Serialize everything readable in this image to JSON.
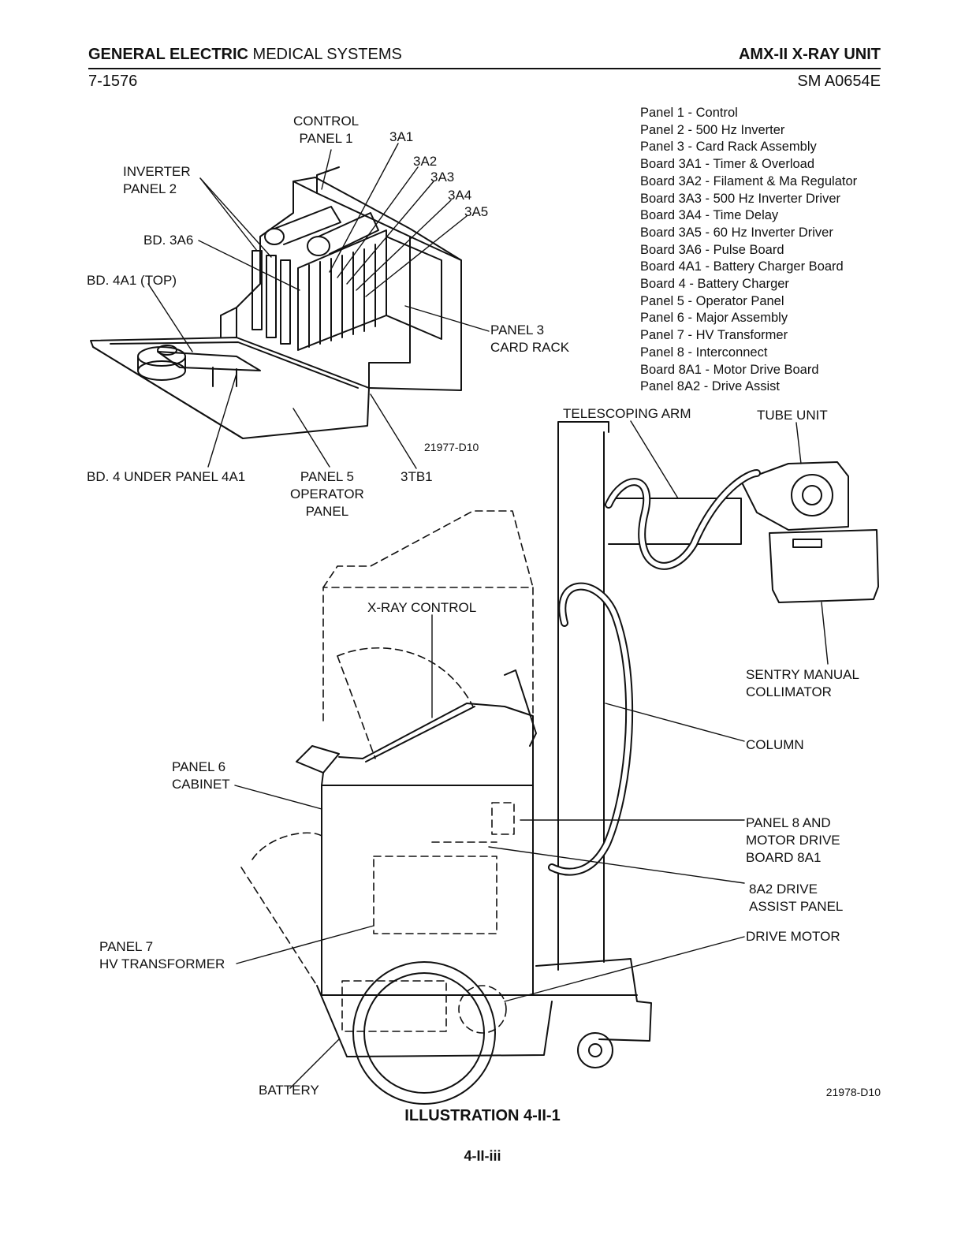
{
  "header": {
    "company_bold": "GENERAL ELECTRIC",
    "company_light": "MEDICAL SYSTEMS",
    "product": "AMX-II X-RAY UNIT",
    "doc_number": "7-1576",
    "manual_code": "SM A0654E"
  },
  "legend": [
    "Panel 1 - Control",
    "Panel 2 - 500 Hz Inverter",
    "Panel 3 - Card Rack Assembly",
    "Board 3A1 - Timer & Overload",
    "Board 3A2 - Filament & Ma Regulator",
    "Board 3A3 - 500 Hz Inverter Driver",
    "Board 3A4 - Time Delay",
    "Board 3A5 - 60 Hz Inverter Driver",
    "Board 3A6 - Pulse Board",
    "Board 4A1 - Battery Charger Board",
    "Board 4 - Battery Charger",
    "Panel 5 - Operator Panel",
    "Panel 6 - Major Assembly",
    "Panel 7 - HV Transformer",
    "Panel 8 - Interconnect",
    "Board 8A1 - Motor Drive Board",
    "Panel 8A2 - Drive Assist"
  ],
  "top_diagram": {
    "control_panel": "CONTROL\nPANEL 1",
    "board_3a1": "3A1",
    "board_3a2": "3A2",
    "board_3a3": "3A3",
    "board_3a4": "3A4",
    "board_3a5": "3A5",
    "inverter_panel": "INVERTER\nPANEL 2",
    "bd_3a6": "BD. 3A6",
    "bd_4a1": "BD. 4A1 (TOP)",
    "panel3": "PANEL 3\nCARD RACK",
    "drawing_number": "21977-D10",
    "bd4": "BD. 4 UNDER PANEL 4A1",
    "panel5": "PANEL 5\nOPERATOR\nPANEL",
    "terminal": "3TB1"
  },
  "bottom_diagram": {
    "telescoping_arm": "TELESCOPING ARM",
    "tube_unit": "TUBE UNIT",
    "xray_control": "X-RAY CONTROL",
    "collimator": "SENTRY MANUAL\nCOLLIMATOR",
    "column": "COLUMN",
    "panel6": "PANEL 6\nCABINET",
    "panel8": "PANEL 8 AND\nMOTOR DRIVE\nBOARD 8A1",
    "drive_assist": "8A2 DRIVE\nASSIST PANEL",
    "drive_motor": "DRIVE MOTOR",
    "panel7": "PANEL 7\nHV TRANSFORMER",
    "battery": "BATTERY",
    "drawing_number": "21978-D10"
  },
  "caption": "ILLUSTRATION 4-II-1",
  "page_number": "4-II-iii"
}
